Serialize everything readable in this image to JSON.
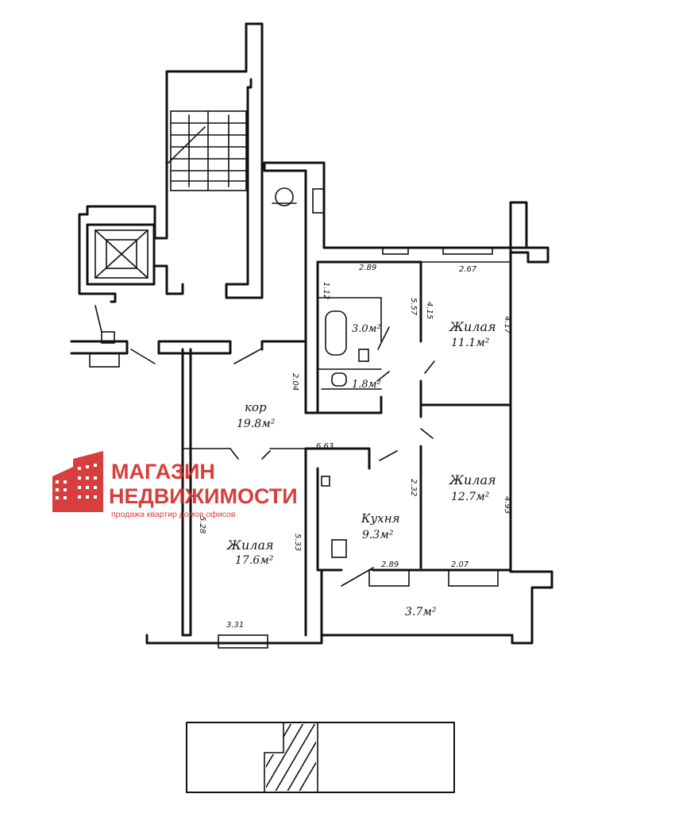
{
  "plan": {
    "rooms": [
      {
        "id": "corridor",
        "name": "кор",
        "area": "19.8м²"
      },
      {
        "id": "bath",
        "name": "",
        "area": "3.0м²"
      },
      {
        "id": "wc",
        "name": "",
        "area": "1.8м²"
      },
      {
        "id": "living1",
        "name": "Жилая",
        "area": "11.1м²"
      },
      {
        "id": "living2",
        "name": "Жилая",
        "area": "12.7м²"
      },
      {
        "id": "kitchen",
        "name": "Кухня",
        "area": "9.3м²"
      },
      {
        "id": "living3",
        "name": "Жилая",
        "area": "17.6м²"
      },
      {
        "id": "balcony",
        "name": "",
        "area": "3.7м²"
      }
    ],
    "dimensions": {
      "d289_top": "2.89",
      "d267_top": "2.67",
      "d112": "1.12",
      "d557": "5.57",
      "d415": "4.15",
      "d417": "4.17",
      "d204": "2.04",
      "d663": "6.63",
      "d232": "2.32",
      "d493": "4.93",
      "d528": "5.28",
      "d533": "5.33",
      "d289_bottom": "2.89",
      "d207": "2.07",
      "d331": "3.31"
    }
  },
  "watermark": {
    "line1": "МАГАЗИН",
    "line2": "НЕДВИЖИМОСТИ",
    "tagline": "продажа квартир домов офисов",
    "color": "#d42a2a"
  }
}
